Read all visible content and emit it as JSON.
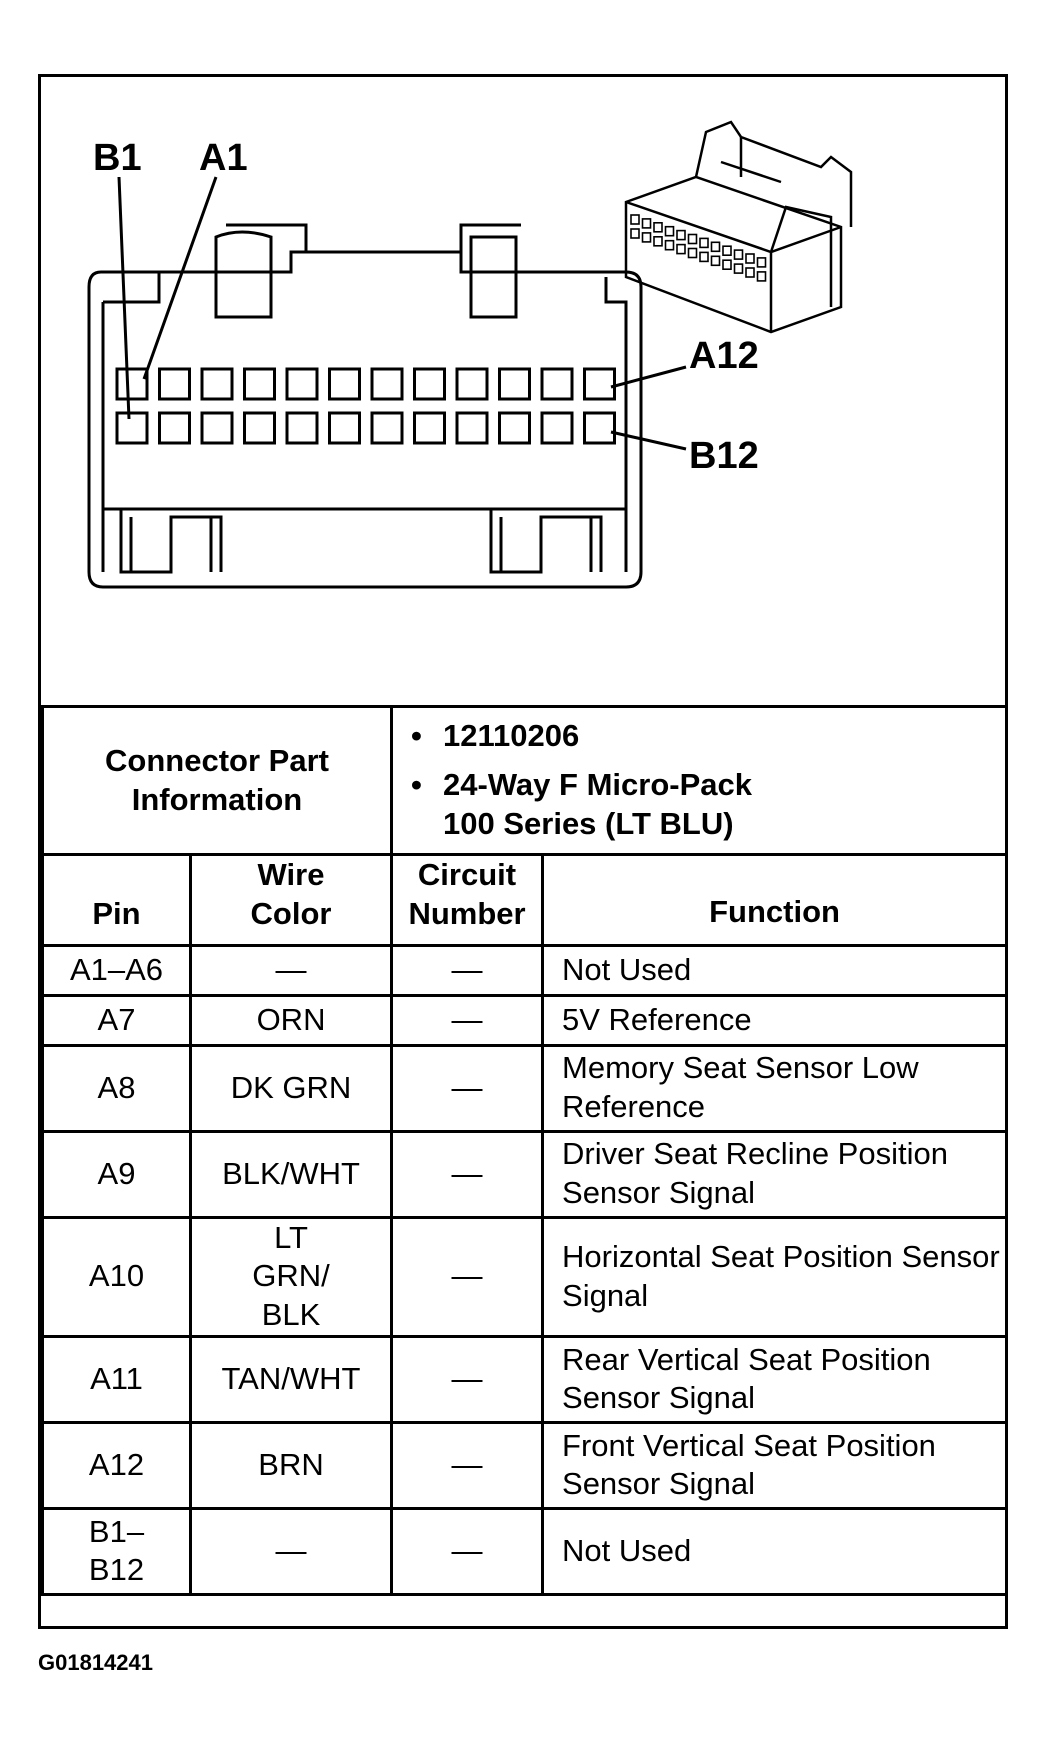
{
  "diagram": {
    "labels": {
      "b1": "B1",
      "a1": "A1",
      "a12": "A12",
      "b12": "B12"
    }
  },
  "connector_info": {
    "label": "Connector Part Information",
    "bullets": [
      "12110206",
      "24-Way F Micro-Pack 100 Series (LT BLU)"
    ]
  },
  "table": {
    "headers": {
      "pin": "Pin",
      "wire_color": "Wire Color",
      "circuit_number": "Circuit Number",
      "function": "Function"
    },
    "rows": [
      {
        "pin": "A1–A6",
        "wire": "—",
        "circuit": "—",
        "function": "Not Used"
      },
      {
        "pin": "A7",
        "wire": "ORN",
        "circuit": "—",
        "function": "5V Reference"
      },
      {
        "pin": "A8",
        "wire": "DK GRN",
        "circuit": "—",
        "function": "Memory Seat Sensor Low Reference"
      },
      {
        "pin": "A9",
        "wire": "BLK/WHT",
        "circuit": "—",
        "function": "Driver Seat Recline Position Sensor Signal"
      },
      {
        "pin": "A10",
        "wire": "LT GRN/ BLK",
        "circuit": "—",
        "function": "Horizontal Seat Position Sensor Signal"
      },
      {
        "pin": "A11",
        "wire": "TAN/WHT",
        "circuit": "—",
        "function": "Rear Vertical Seat Position Sensor Signal"
      },
      {
        "pin": "A12",
        "wire": "BRN",
        "circuit": "—",
        "function": "Front Vertical Seat Position Sensor Signal"
      },
      {
        "pin": "B1– B12",
        "wire": "—",
        "circuit": "—",
        "function": "Not Used"
      }
    ]
  },
  "caption": "G01814241"
}
